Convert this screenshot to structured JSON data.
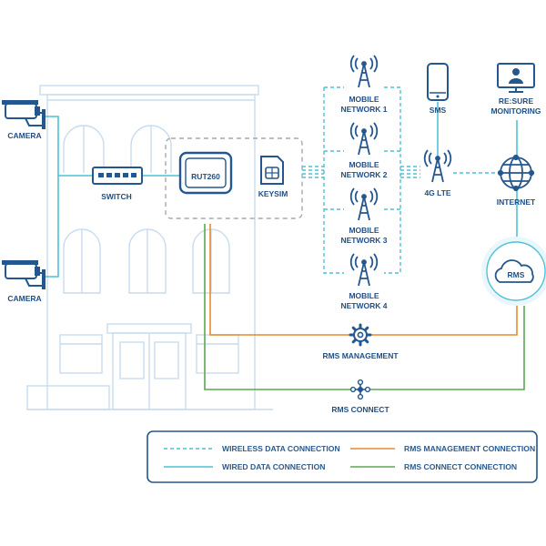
{
  "devices": {
    "camera_top": "CAMERA",
    "camera_bottom": "CAMERA",
    "switch": "SWITCH",
    "router": "RUT260",
    "keysim": "KEYSIM",
    "mobile_networks": [
      {
        "line1": "MOBILE",
        "line2": "NETWORK 1"
      },
      {
        "line1": "MOBILE",
        "line2": "NETWORK 2"
      },
      {
        "line1": "MOBILE",
        "line2": "NETWORK 3"
      },
      {
        "line1": "MOBILE",
        "line2": "NETWORK 4"
      }
    ],
    "sms": "SMS",
    "lte": "4G LTE",
    "monitoring_line1": "RE:SURE",
    "monitoring_line2": "MONITORING",
    "internet": "INTERNET",
    "rms": "RMS",
    "rms_management": "RMS MANAGEMENT",
    "rms_connect": "RMS CONNECT"
  },
  "legend": {
    "wireless": "WIRELESS DATA CONNECTION",
    "wired": "WIRED DATA CONNECTION",
    "rms_management": "RMS MANAGEMENT CONNECTION",
    "rms_connect": "RMS CONNECT CONNECTION"
  },
  "colors": {
    "wired": "#4fc1d9",
    "wireless": "#4fc1d9",
    "rms_management": "#e8892f",
    "rms_connect": "#5aa84f",
    "icons": "#24578f",
    "building": "#c9dcee"
  }
}
